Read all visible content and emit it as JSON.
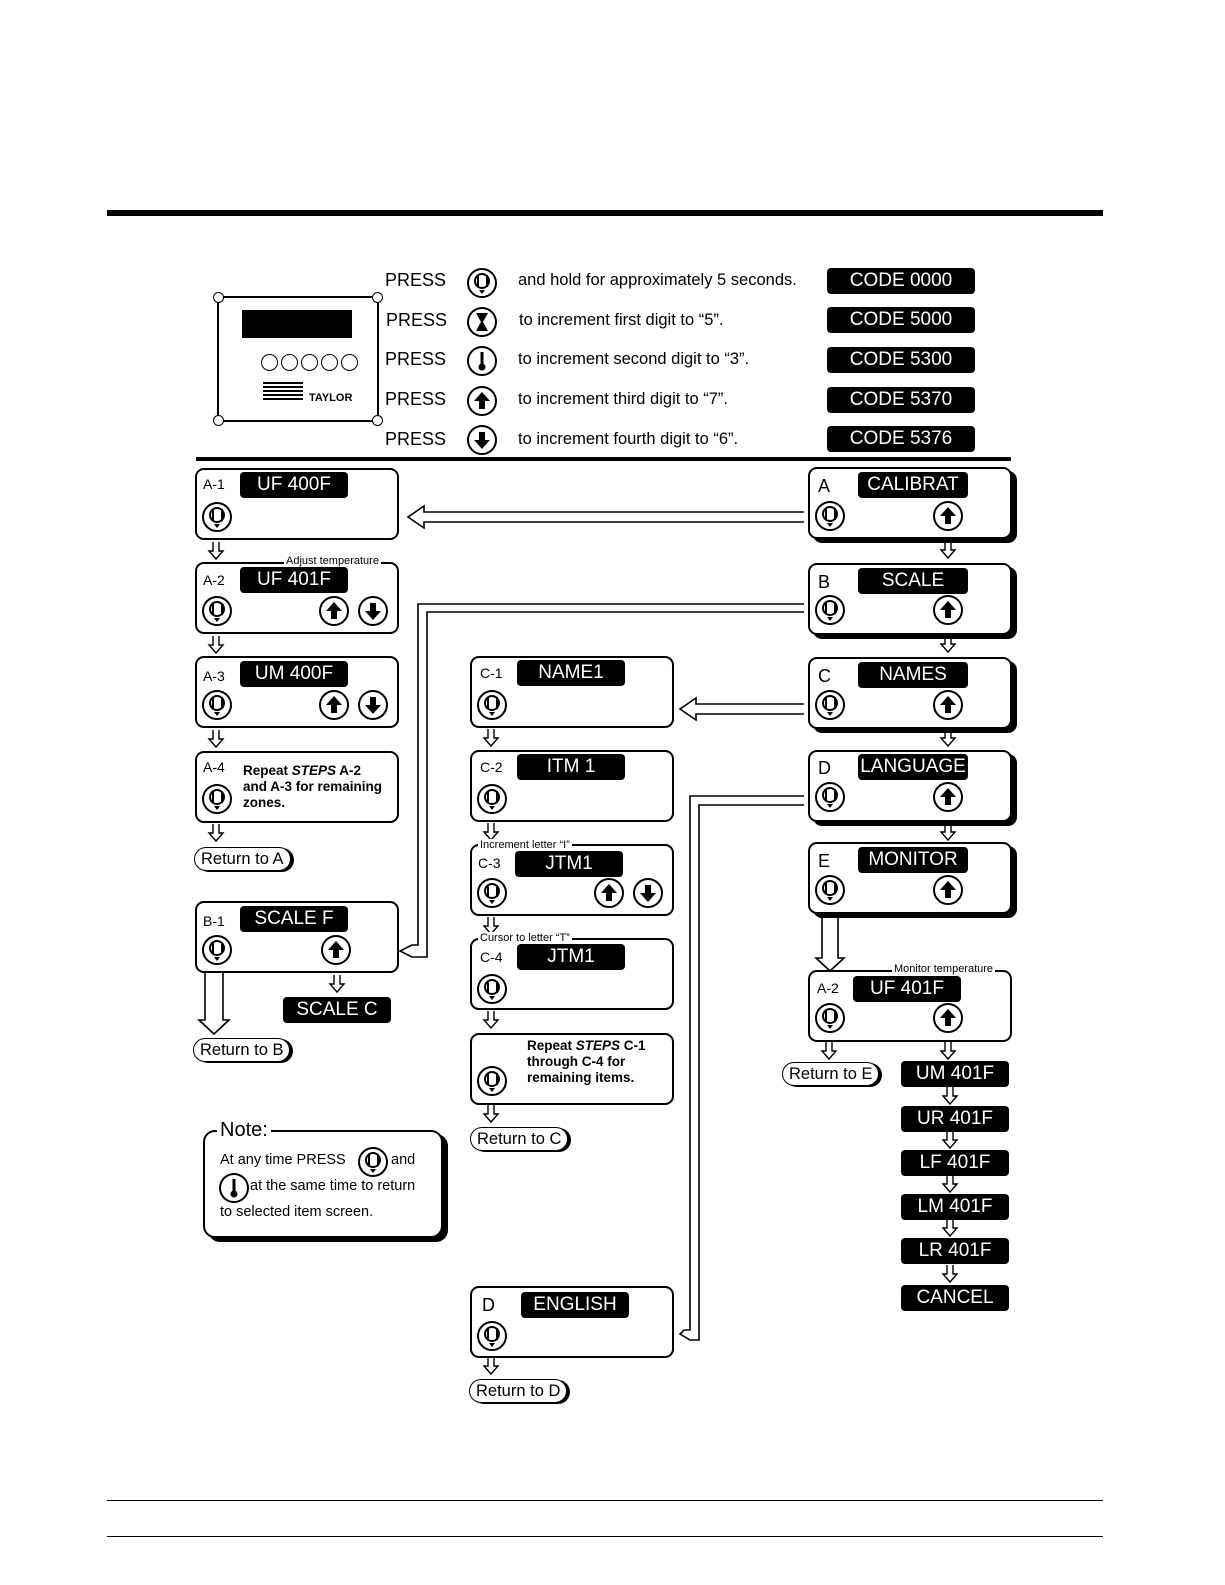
{
  "instructions": [
    {
      "press": "PRESS",
      "icon": "menu-icon",
      "text": "and hold for approximately 5 seconds.",
      "code": "CODE 0000"
    },
    {
      "press": "PRESS",
      "icon": "timer-icon",
      "text": "to increment first digit to “5”.",
      "code": "CODE 5000"
    },
    {
      "press": "PRESS",
      "icon": "thermometer-icon",
      "text": "to increment second digit to “3”.",
      "code": "CODE 5300"
    },
    {
      "press": "PRESS",
      "icon": "up-arrow-icon",
      "text": "to increment third digit to “7”.",
      "code": "CODE 5370"
    },
    {
      "press": "PRESS",
      "icon": "down-arrow-icon",
      "text": "to increment fourth digit to “6”.",
      "code": "CODE 5376"
    }
  ],
  "controller": {
    "brand": "TAYLOR"
  },
  "a_column": {
    "a1": {
      "step": "A-1",
      "display": "UF 400F"
    },
    "a2": {
      "step": "A-2",
      "display": "UF 401F",
      "label": "Adjust temperature"
    },
    "a3": {
      "step": "A-3",
      "display": "UM 400F"
    },
    "a4": {
      "step": "A-4",
      "line1_a": "Repeat ",
      "line1_b": "STEPS",
      "line1_c": " A-2",
      "line2": "and A-3 for remaining",
      "line3": "zones."
    },
    "return": "Return to A"
  },
  "b_column": {
    "b1": {
      "step": "B-1",
      "display": "SCALE F"
    },
    "alt": "SCALE C",
    "return": "Return to B"
  },
  "c_column": {
    "c1": {
      "step": "C-1",
      "display": "NAME1"
    },
    "c2": {
      "step": "C-2",
      "display": "ITM 1"
    },
    "c3": {
      "step": "C-3",
      "display": "JTM1",
      "label": "Increment letter “I”"
    },
    "c4": {
      "step": "C-4",
      "display": "JTM1",
      "label": "Cursor to letter “T”"
    },
    "c5": {
      "line1_a": "Repeat ",
      "line1_b": "STEPS",
      "line1_c": " C-1",
      "line2": "through C-4 for",
      "line3": "remaining items."
    },
    "return": "Return to C"
  },
  "d_branch": {
    "step": "D",
    "display": "ENGLISH",
    "return": "Return to D"
  },
  "menu": [
    {
      "step": "A",
      "display": "CALIBRAT"
    },
    {
      "step": "B",
      "display": "SCALE"
    },
    {
      "step": "C",
      "display": "NAMES"
    },
    {
      "step": "D",
      "display": "LANGUAGE"
    },
    {
      "step": "E",
      "display": "MONITOR"
    }
  ],
  "monitor": {
    "step": "A-2",
    "display": "UF 401F",
    "label": "Monitor temperature",
    "return": "Return to E",
    "sequence": [
      "UM 401F",
      "UR 401F",
      "LF 401F",
      "LM 401F",
      "LR 401F",
      "CANCEL"
    ]
  },
  "note": {
    "title": "Note:",
    "line1_a": "At any time PRESS",
    "line1_b": "and",
    "line2": "at the same time to return",
    "line3": "to selected item screen."
  }
}
